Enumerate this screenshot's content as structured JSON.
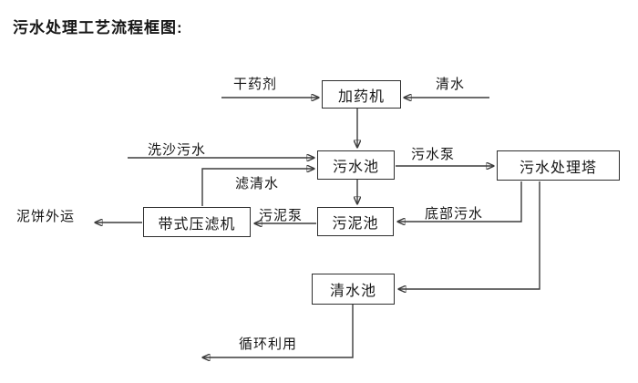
{
  "page": {
    "title": "污水处理工艺流程框图:"
  },
  "flowchart": {
    "nodes": [
      {
        "id": "dosing-machine",
        "label": "加药机"
      },
      {
        "id": "sewage-pool",
        "label": "污水池"
      },
      {
        "id": "treatment-tower",
        "label": "污水处理塔"
      },
      {
        "id": "sludge-pool",
        "label": "污泥池"
      },
      {
        "id": "belt-filter-press",
        "label": "带式压滤机"
      },
      {
        "id": "clean-water-pool",
        "label": "清水池"
      }
    ],
    "edge_labels": [
      {
        "id": "dry-agent",
        "label": "干药剂"
      },
      {
        "id": "clean-water",
        "label": "清水"
      },
      {
        "id": "sand-washing-sewage",
        "label": "洗沙污水"
      },
      {
        "id": "sewage-pump",
        "label": "污水泵"
      },
      {
        "id": "filtered-water",
        "label": "滤清水"
      },
      {
        "id": "sludge-pump",
        "label": "污泥泵"
      },
      {
        "id": "bottom-sewage",
        "label": "底部污水"
      },
      {
        "id": "mud-cake-outbound",
        "label": "泥饼外运"
      },
      {
        "id": "recycle-reuse",
        "label": "循环利用"
      }
    ],
    "colors": {
      "line": "#3c3c3c",
      "box_border": "#2e2e2e",
      "text": "#161616",
      "background": "#ffffff"
    }
  }
}
